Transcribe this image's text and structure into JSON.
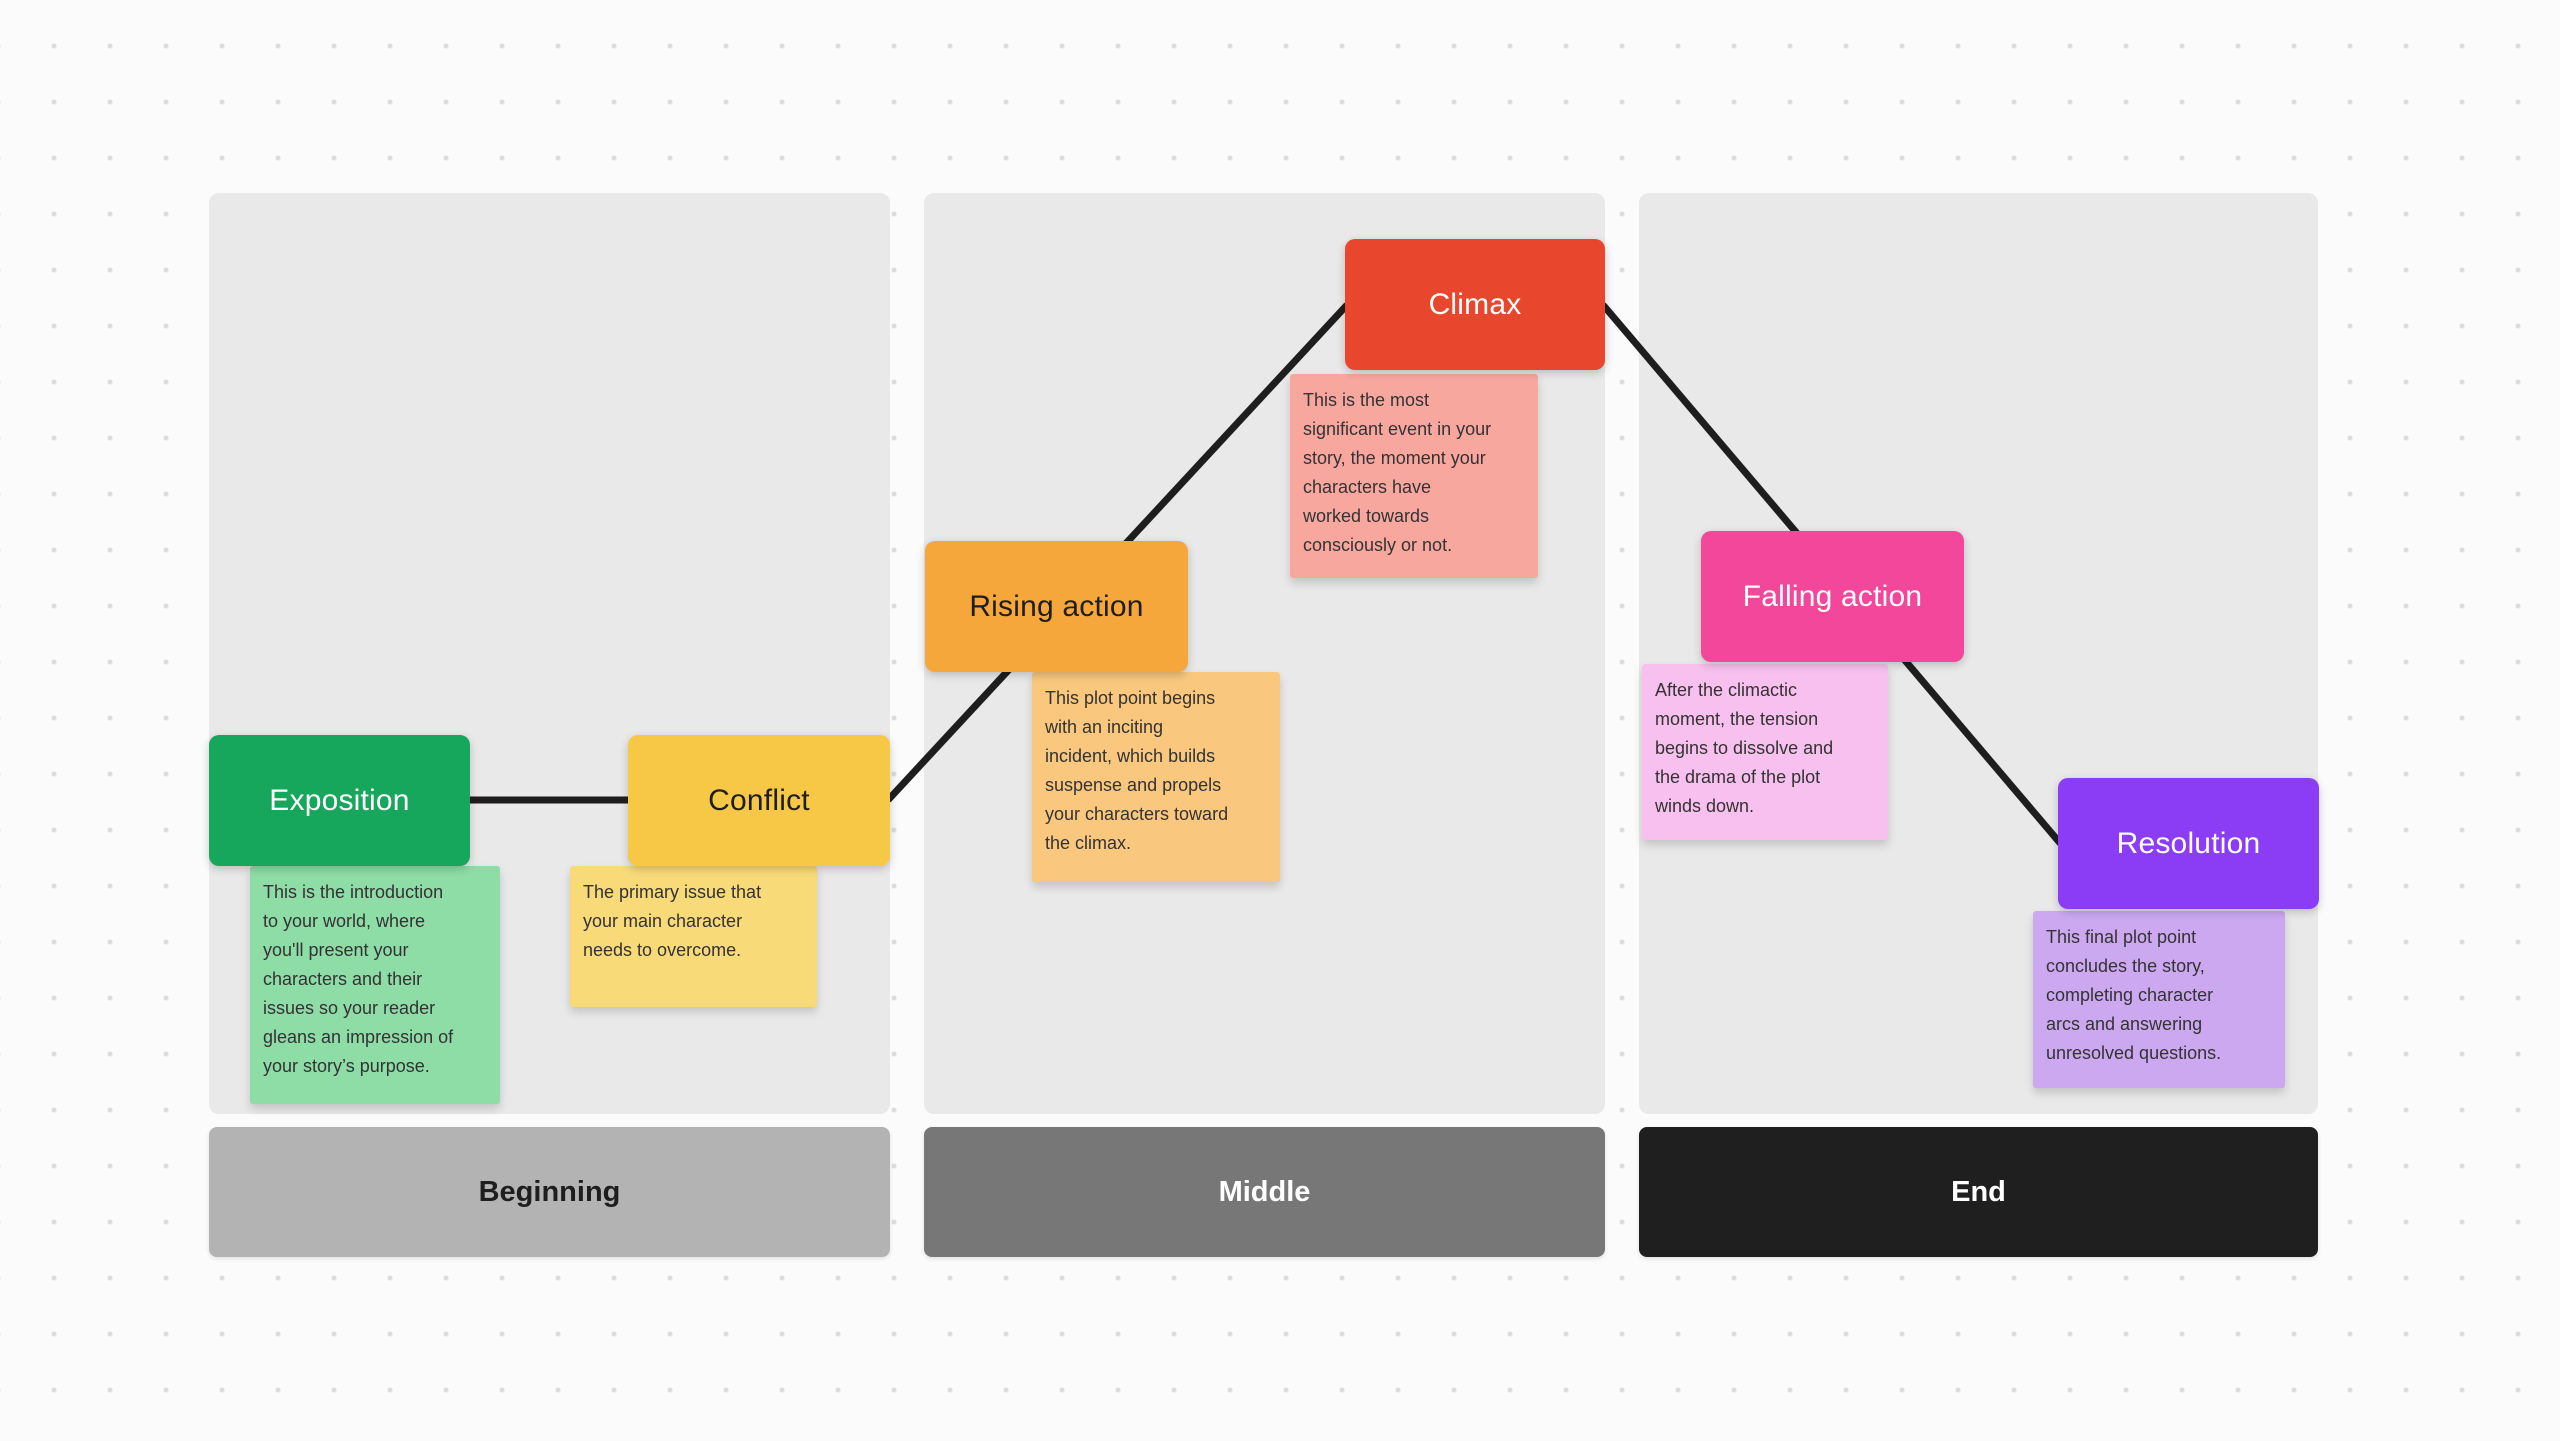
{
  "canvas": {
    "background_color": "#FBFBFB",
    "dot_grid_color": "#DCDCDC",
    "panel_color": "#E9E9E9",
    "connector_color": "#1E1E1E"
  },
  "sections": [
    {
      "label": "Beginning",
      "bar_color": "#B3B3B3",
      "bar_text_color": "#1E1E1E"
    },
    {
      "label": "Middle",
      "bar_color": "#777777",
      "bar_text_color": "#FFFFFF"
    },
    {
      "label": "End",
      "bar_color": "#1F1F1F",
      "bar_text_color": "#FFFFFF"
    }
  ],
  "plot_points": [
    {
      "label": "Exposition",
      "box_color": "#16A75C",
      "label_color": "#FFFFFF",
      "note_color": "#8EDCA6",
      "note_text": "This is the introduction\nto your world, where\nyou'll present your\ncharacters and their\nissues so your reader\ngleans an impression of\nyour story’s purpose."
    },
    {
      "label": "Conflict",
      "box_color": "#F7C846",
      "label_color": "#1E1E1E",
      "note_color": "#F8DA78",
      "note_text": "The primary issue that\nyour main character\nneeds to overcome."
    },
    {
      "label": "Rising action",
      "box_color": "#F5A73B",
      "label_color": "#1E1E1E",
      "note_color": "#F9C87E",
      "note_text": "This plot point begins\nwith an inciting\nincident, which builds\nsuspense and propels\nyour characters toward\nthe climax."
    },
    {
      "label": "Climax",
      "box_color": "#E9472D",
      "label_color": "#FFFFFF",
      "note_color": "#F8A79F",
      "note_text": "This is the most\nsignificant event in your\nstory, the moment your\ncharacters have\nworked towards\nconsciously or not."
    },
    {
      "label": "Falling action",
      "box_color": "#F2479B",
      "label_color": "#FFFFFF",
      "note_color": "#F7C0EE",
      "note_text": "After the climactic\nmoment, the tension\nbegins to dissolve and\nthe drama of the plot\nwinds down."
    },
    {
      "label": "Resolution",
      "box_color": "#8B3DF5",
      "label_color": "#FFFFFF",
      "note_color": "#CCA8F1",
      "note_text": "This final plot point\nconcludes the story,\ncompleting character\narcs and answering\nunresolved questions."
    }
  ],
  "connections": [
    {
      "from": "Exposition",
      "to": "Conflict"
    },
    {
      "from": "Conflict",
      "to": "Climax"
    },
    {
      "from": "Climax",
      "to": "Resolution"
    }
  ]
}
